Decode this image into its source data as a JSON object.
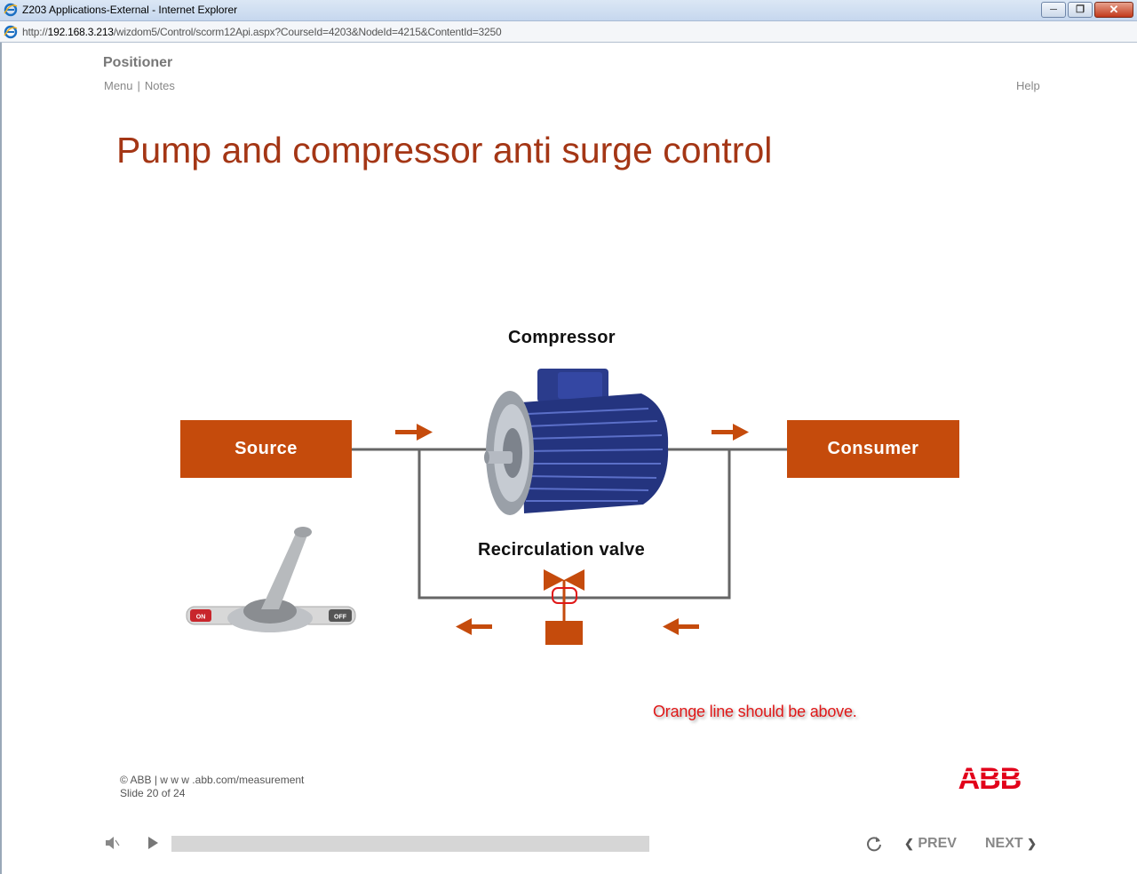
{
  "window": {
    "title": "Z203 Applications-External - Internet Explorer",
    "url_prefix": "http://",
    "url_host": "192.168.3.213",
    "url_path": "/wizdom5/Control/scorm12Api.aspx?CourseId=4203&NodeId=4215&ContentId=3250"
  },
  "header": {
    "course_title": "Positioner",
    "menu_label": "Menu",
    "separator": "|",
    "notes_label": "Notes",
    "help_label": "Help"
  },
  "slide": {
    "title": "Pump and compressor anti surge control",
    "compressor_label": "Compressor",
    "source_label": "Source",
    "consumer_label": "Consumer",
    "valve_label": "Recirculation valve",
    "annotation": "Orange line should be above.",
    "switch_on_label": "ON",
    "switch_off_label": "OFF"
  },
  "footer": {
    "copyright": "© ABB | w w w .abb.com/measurement",
    "slide_counter": "Slide 20 of 24",
    "logo_text": "ABB"
  },
  "player": {
    "prev_label": "PREV",
    "next_label": "NEXT",
    "progress": 0
  },
  "colors": {
    "accent": "#c54b0c",
    "title": "#a43615",
    "annotation": "#e01818",
    "abb_red": "#e2001a"
  }
}
